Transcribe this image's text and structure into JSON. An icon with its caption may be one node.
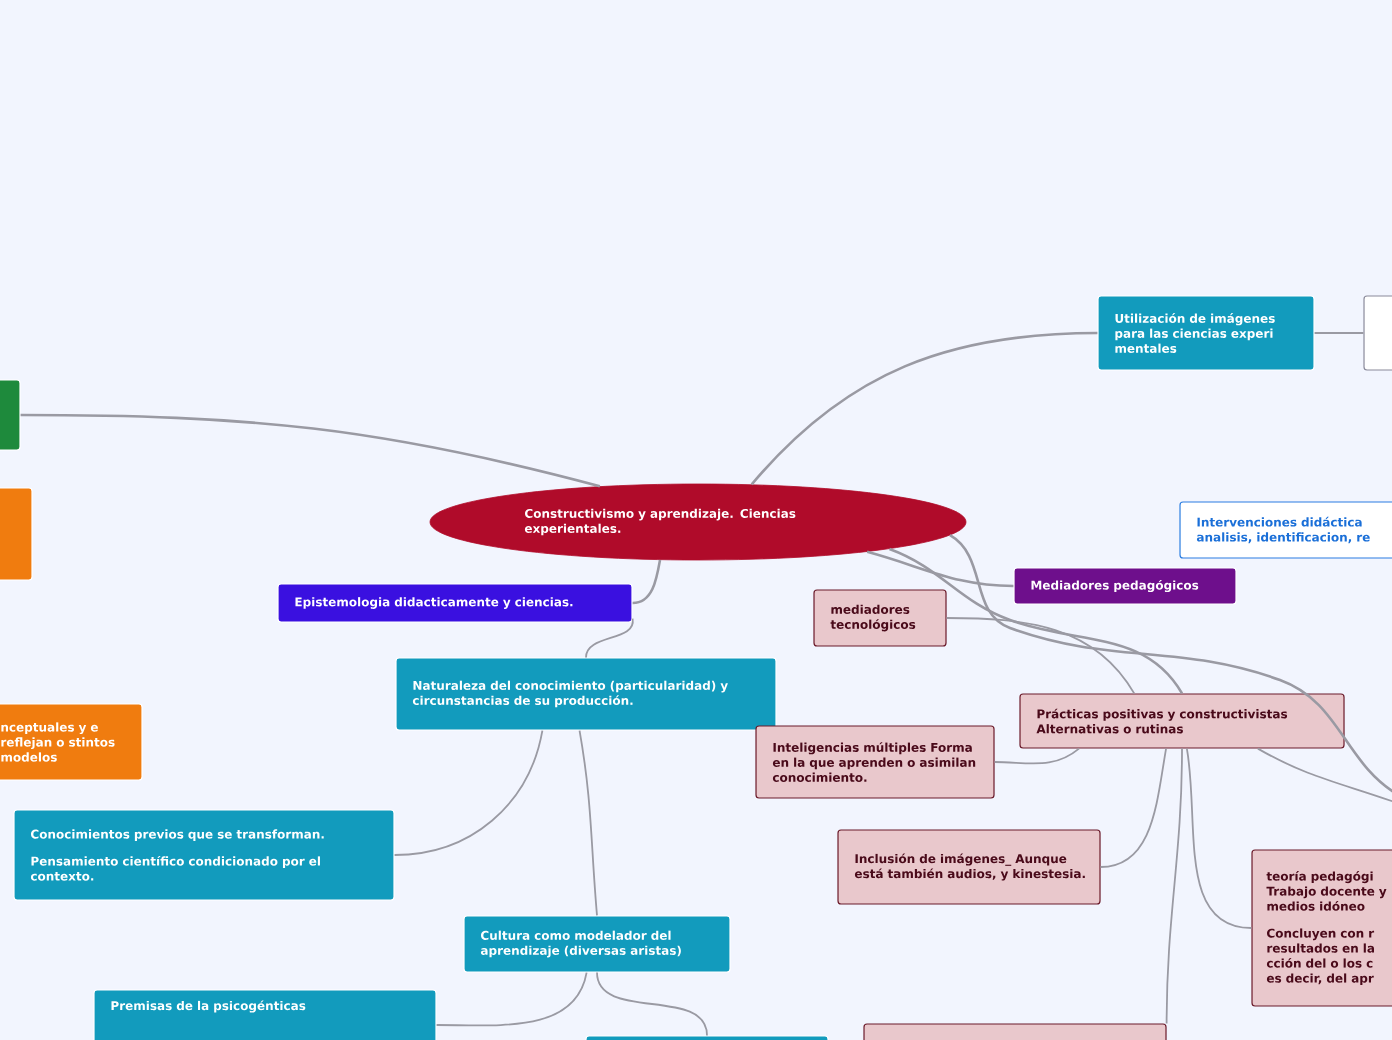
{
  "diagram": {
    "nodes": [
      {
        "text": [
          "Constructivismo y aprendizaje. Ciencias experientales."
        ]
      },
      {
        "text": [],
        "shape": "box"
      },
      {
        "text": [],
        "shape": "box"
      },
      {
        "text": [
          "nceptuales y e reflejan o stintos modelos"
        ]
      },
      {
        "text": [
          "Epistemologia didacticamente y ciencias."
        ]
      },
      {
        "text": [
          "Naturaleza del conocimiento (particularidad) y circunstancias de su producción."
        ]
      },
      {
        "text": [
          "Conocimientos previos que se transforman.",
          "Pensamiento científico condicionado por el contexto."
        ]
      },
      {
        "text": [
          "Cultura como modelador del aprendizaje (diversas aristas)"
        ]
      },
      {
        "text": [
          "Premisas de la psicogénticas"
        ]
      },
      {
        "text": [],
        "shape": "box"
      },
      {
        "text": [
          "Utilización de imágenes para las ciencias experi mentales"
        ]
      },
      {
        "text": [],
        "shape": "box"
      },
      {
        "text": [
          "Intervenciones didáctica analisis, identificacion, re"
        ]
      },
      {
        "text": [
          "Mediadores pedagógicos"
        ]
      },
      {
        "text": [
          "mediadores tecnológicos"
        ]
      },
      {
        "text": [
          "Prácticas positivas y constructivistas Alternativas o rutinas"
        ]
      },
      {
        "text": [
          "Inteligencias múltiples Forma en la que aprenden o asimilan conocimiento."
        ]
      },
      {
        "text": [
          "Inclusión de imágenes_ Aunque está también audios, y kinestesia."
        ]
      },
      {
        "text": [
          "teoría pedagógi Trabajo docente y medios idóneo",
          "Concluyen con r resultados en la cción del o los c es decir, del apr"
        ]
      },
      {
        "text": [],
        "shape": "box"
      }
    ],
    "edges": [
      {
        "from": 0,
        "to": 1,
        "arrow": "none"
      },
      {
        "from": 0,
        "to": 10,
        "arrow": "none"
      },
      {
        "from": 0,
        "to": 13,
        "arrow": "none"
      },
      {
        "from": 0,
        "to": 15,
        "arrow": "none"
      },
      {
        "from": 0,
        "to": null,
        "arrow": "none"
      },
      {
        "from": 0,
        "to": 4,
        "arrow": "none"
      },
      {
        "from": 4,
        "to": 5,
        "arrow": "none"
      },
      {
        "from": 5,
        "to": 6,
        "arrow": "none"
      },
      {
        "from": 5,
        "to": 7,
        "arrow": "none"
      },
      {
        "from": 7,
        "to": 8,
        "arrow": "none"
      },
      {
        "from": 7,
        "to": 9,
        "arrow": "none"
      },
      {
        "from": 10,
        "to": 11,
        "arrow": "none"
      },
      {
        "from": 15,
        "to": 14,
        "arrow": "none"
      },
      {
        "from": 15,
        "to": 16,
        "arrow": "none"
      },
      {
        "from": 15,
        "to": 17,
        "arrow": "none"
      },
      {
        "from": 15,
        "to": 18,
        "arrow": "none"
      },
      {
        "from": 15,
        "to": 19,
        "arrow": "none"
      },
      {
        "from": 15,
        "to": null,
        "arrow": "none"
      }
    ]
  }
}
